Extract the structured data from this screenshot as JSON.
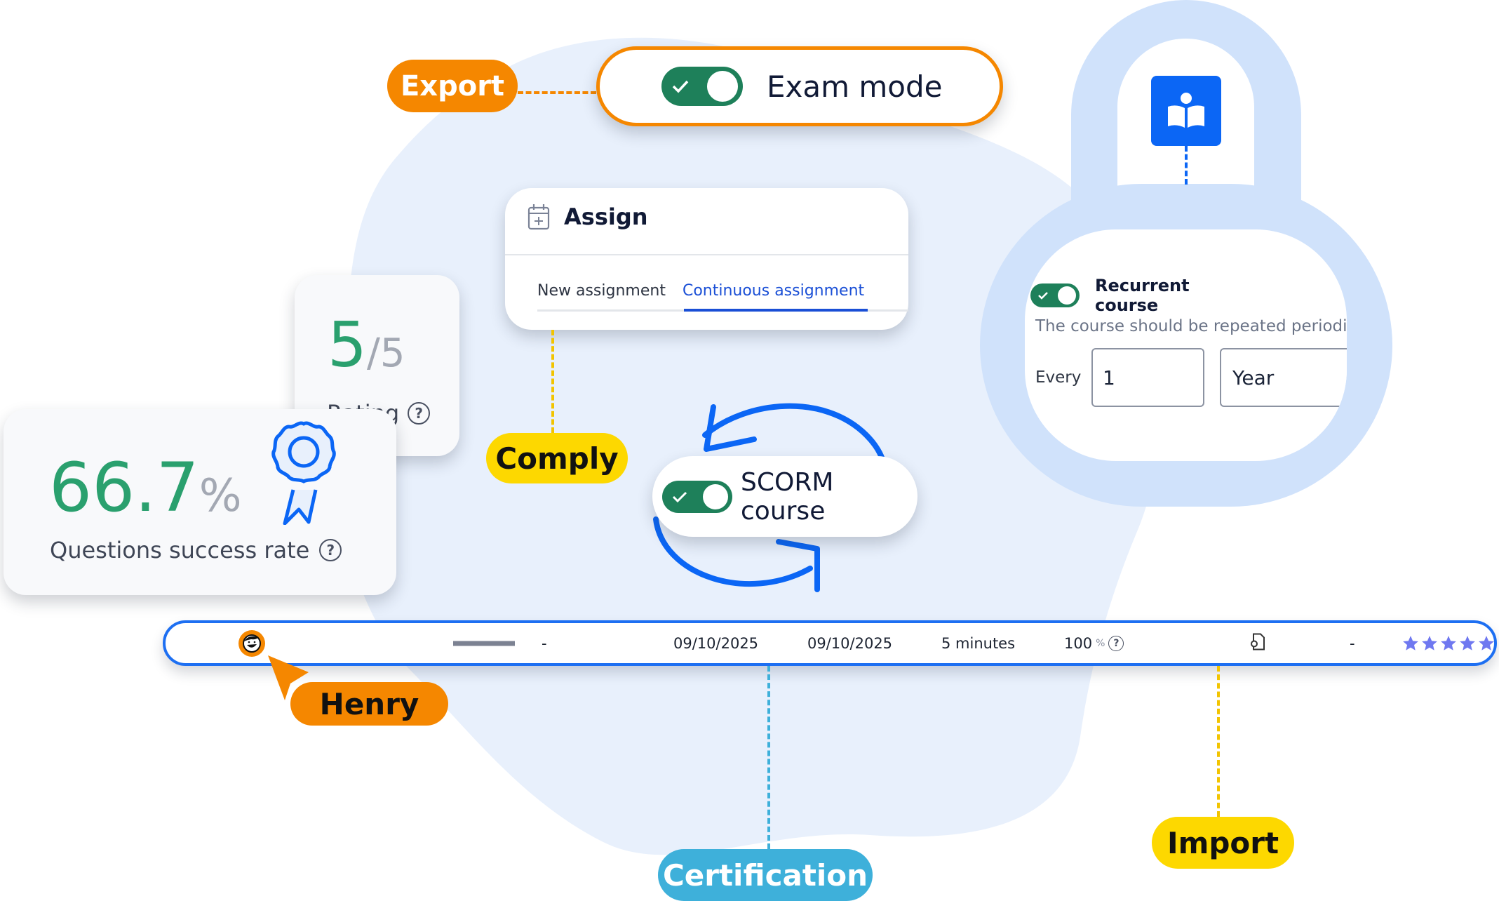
{
  "colors": {
    "orange": "#f58700",
    "yellow": "#fdd800",
    "cyan": "#3eb0da",
    "blue": "#1d6ff2",
    "green_toggle": "#1e805a",
    "green_value": "#2aa06e",
    "lock_tint": "#d0e2fb",
    "blob": "#e8f0fc",
    "star": "#6f78f0"
  },
  "labels": {
    "export": "Export",
    "comply": "Comply",
    "henry": "Henry",
    "certification": "Certification",
    "import": "Import"
  },
  "exam_mode": {
    "label": "Exam mode",
    "enabled": true
  },
  "assign": {
    "title": "Assign",
    "tabs": [
      {
        "label": "New assignment",
        "active": false
      },
      {
        "label": "Continuous assignment",
        "active": true
      }
    ]
  },
  "rating": {
    "value": "5",
    "max": "/5",
    "label": "Rating"
  },
  "success_rate": {
    "value": "66.7",
    "unit": "%",
    "label": "Questions success rate"
  },
  "scorm": {
    "label": "SCORM course",
    "enabled": true
  },
  "recurrent": {
    "label": "Recurrent course",
    "enabled": true,
    "description": "The course should be repeated periodically",
    "every_label": "Every",
    "interval_value": "1",
    "interval_unit": "Year"
  },
  "table_row": {
    "user": "Henry",
    "dash1": "-",
    "start_date": "09/10/2025",
    "end_date": "09/10/2025",
    "duration": "5 minutes",
    "score": "100",
    "score_unit": "%",
    "dash2": "-",
    "rating_stars": 5,
    "rating_max": 5
  }
}
